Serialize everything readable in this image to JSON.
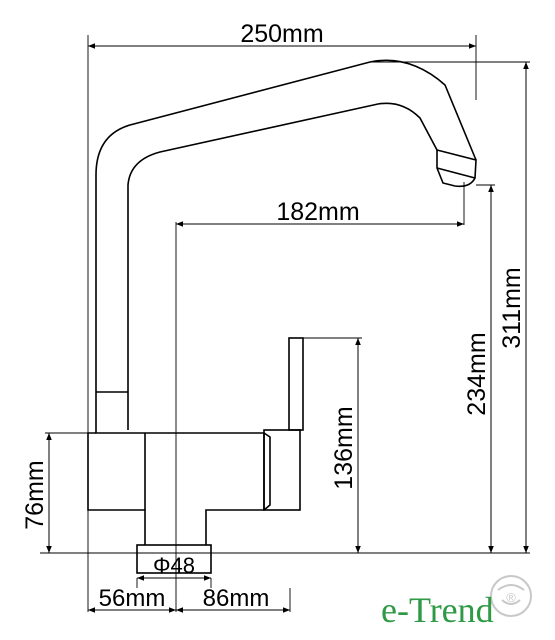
{
  "dimensions": {
    "total_width": "250mm",
    "spout_reach": "182mm",
    "total_height": "311mm",
    "spout_height": "234mm",
    "handle_height": "136mm",
    "base_height": "76mm",
    "base_diameter": "Φ48",
    "left_offset": "56mm",
    "right_offset": "86mm"
  },
  "logo": {
    "text": "e-Trend"
  },
  "colors": {
    "line": "#000000",
    "logo_green": "#2e9a46",
    "logo_watermark": "#c8c8c8"
  }
}
